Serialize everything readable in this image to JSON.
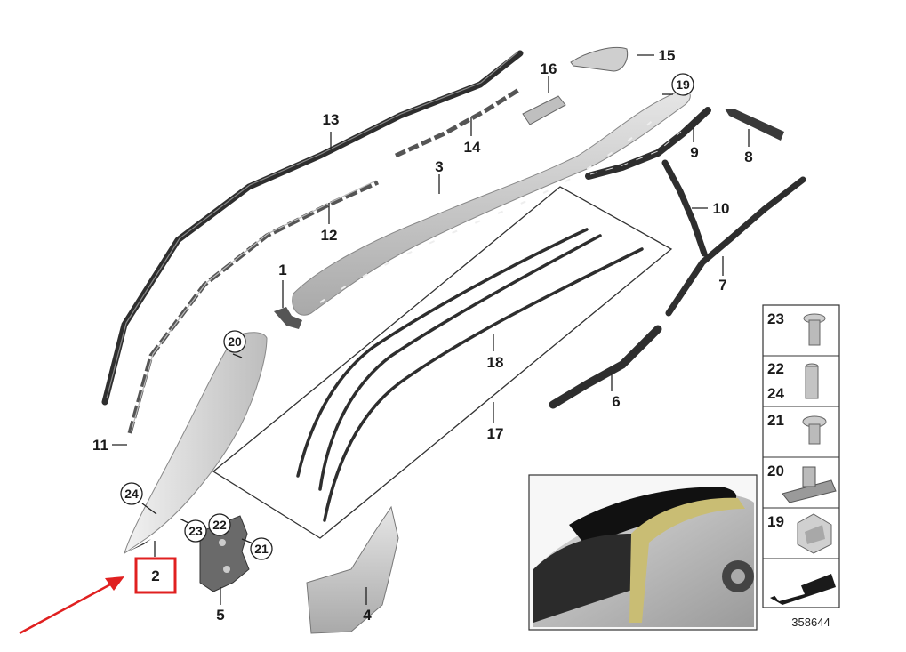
{
  "diagram": {
    "drawing_number": "358644",
    "part_labels": {
      "p1": "1",
      "p2": "2",
      "p3": "3",
      "p4": "4",
      "p5": "5",
      "p6": "6",
      "p7": "7",
      "p8": "8",
      "p9": "9",
      "p10": "10",
      "p11": "11",
      "p12": "12",
      "p13": "13",
      "p14": "14",
      "p15": "15",
      "p16": "16",
      "p17": "17",
      "p18": "18"
    },
    "circled_labels": {
      "c19": "19",
      "c20": "20",
      "c21": "21",
      "c22": "22",
      "c23": "23",
      "c24": "24"
    },
    "legend": {
      "row1": "23",
      "row2a": "22",
      "row2b": "24",
      "row3": "21",
      "row4": "20",
      "row5": "19"
    },
    "highlight": {
      "color": "#e02020",
      "target_part": "2"
    },
    "colors": {
      "trim_gray": "#c9c9c9",
      "seal_dark": "#3a3a3a",
      "car_accent": "#c9bd74"
    }
  }
}
